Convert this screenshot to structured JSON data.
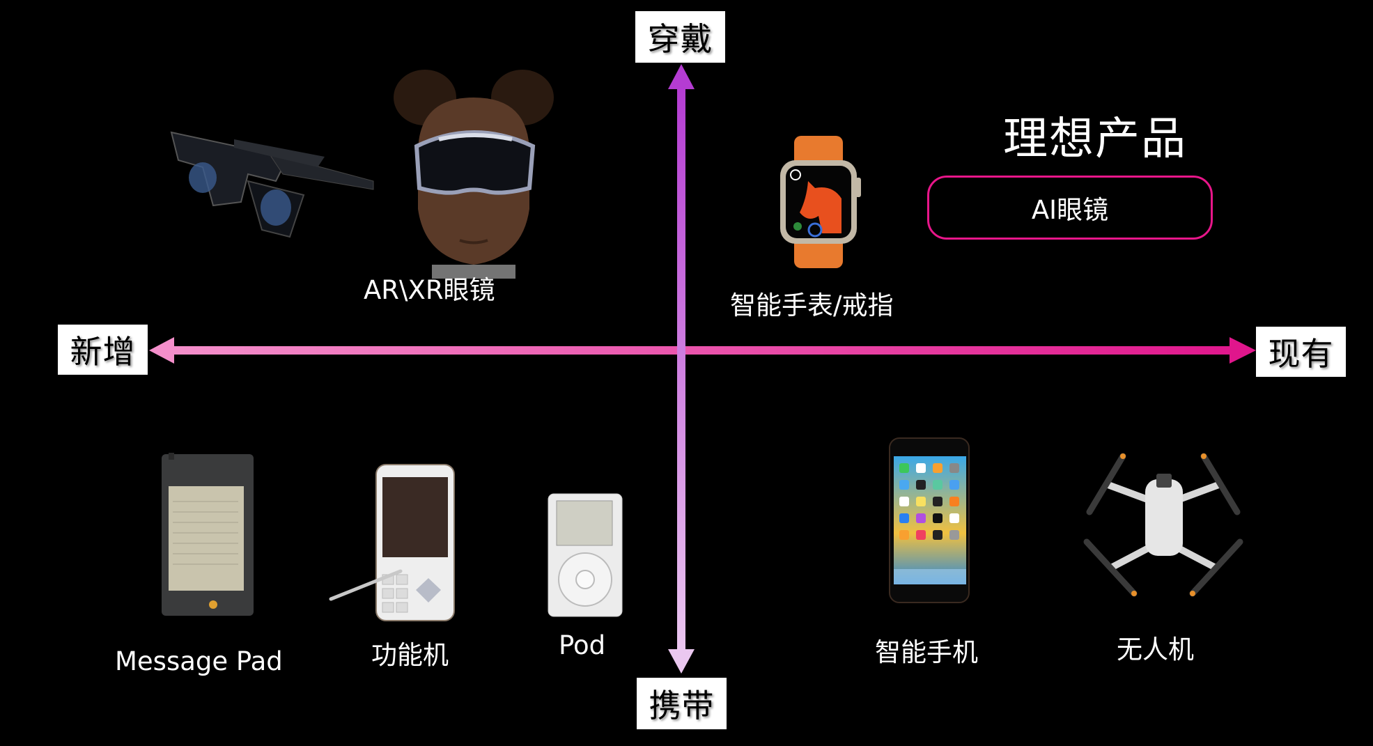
{
  "axes": {
    "top": "穿戴",
    "bottom": "携带",
    "left": "新增",
    "right": "现有",
    "horizontal_gradient": [
      "#F48FCB",
      "#E0168C"
    ],
    "vertical_gradient": [
      "#B43CD2",
      "#EBC8F0"
    ]
  },
  "ideal": {
    "title": "理想产品",
    "pill": "AI眼镜",
    "accent": "#E8168A"
  },
  "products": {
    "ar_xr": {
      "label": "AR\\XR眼镜",
      "icon": "ar-glasses-and-headset"
    },
    "watch": {
      "label": "智能手表/戒指",
      "icon": "smartwatch"
    },
    "message_pad": {
      "label": "Message Pad",
      "icon": "pda-device"
    },
    "feature_phone": {
      "label": "功能机",
      "icon": "feature-phone"
    },
    "pod": {
      "label": "Pod",
      "icon": "music-player"
    },
    "smartphone": {
      "label": "智能手机",
      "icon": "smartphone"
    },
    "drone": {
      "label": "无人机",
      "icon": "drone"
    }
  },
  "background": "#000000"
}
